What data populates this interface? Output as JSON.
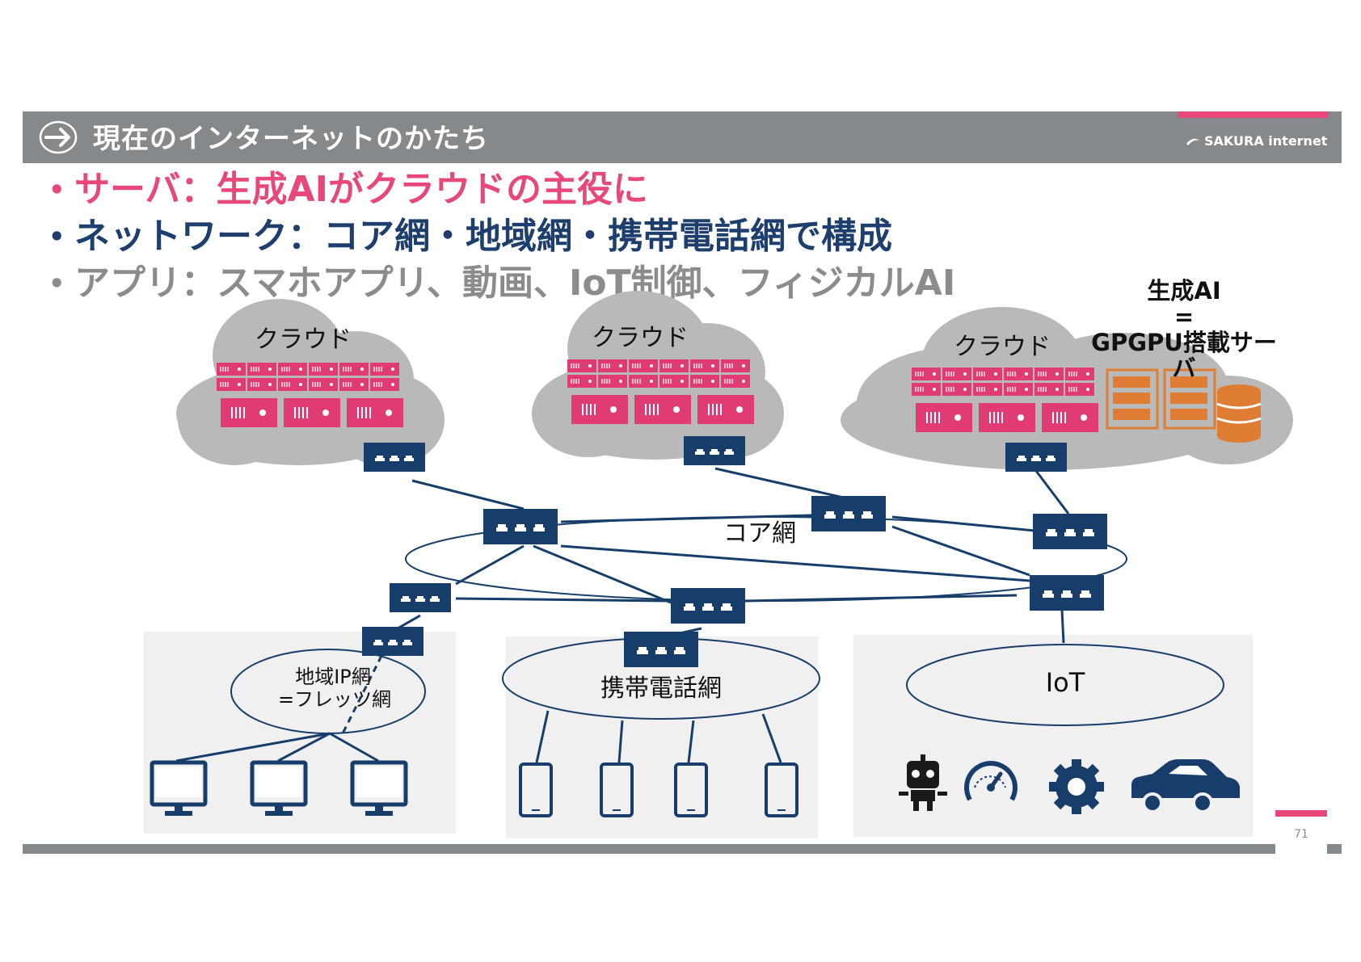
{
  "header": {
    "title": "現在のインターネットのかたち",
    "logo": "SAKURA internet"
  },
  "bullets": [
    {
      "text": "サーバ：生成AIがクラウドの主役に",
      "color": "#e8477a"
    },
    {
      "text": "ネットワーク：コア網・地域網・携帯電話網で構成",
      "color": "#1e3f6e"
    },
    {
      "text": "アプリ：スマホアプリ、動画、IoT制御、フィジカルAI",
      "color": "#8a8c8e"
    }
  ],
  "diagram": {
    "cloud_labels": [
      "クラウド",
      "クラウド",
      "クラウド"
    ],
    "genai_label": [
      "生成AI",
      "=",
      "GPGPU搭載サーバ"
    ],
    "core_label": "コア網",
    "regional_label": [
      "地域IP網",
      "=フレッツ網"
    ],
    "mobile_label": "携帯電話網",
    "iot_label": "IoT",
    "icons": [
      "robot-icon",
      "gauge-icon",
      "gear-icon",
      "car-icon"
    ]
  },
  "colors": {
    "accent": "#e8477a",
    "navy": "#1e3f6e",
    "switch": "#173e6b",
    "gray": "#86898b",
    "cloud": "#b9b9b9",
    "gpu": "#e07d34"
  },
  "page_number": "71"
}
